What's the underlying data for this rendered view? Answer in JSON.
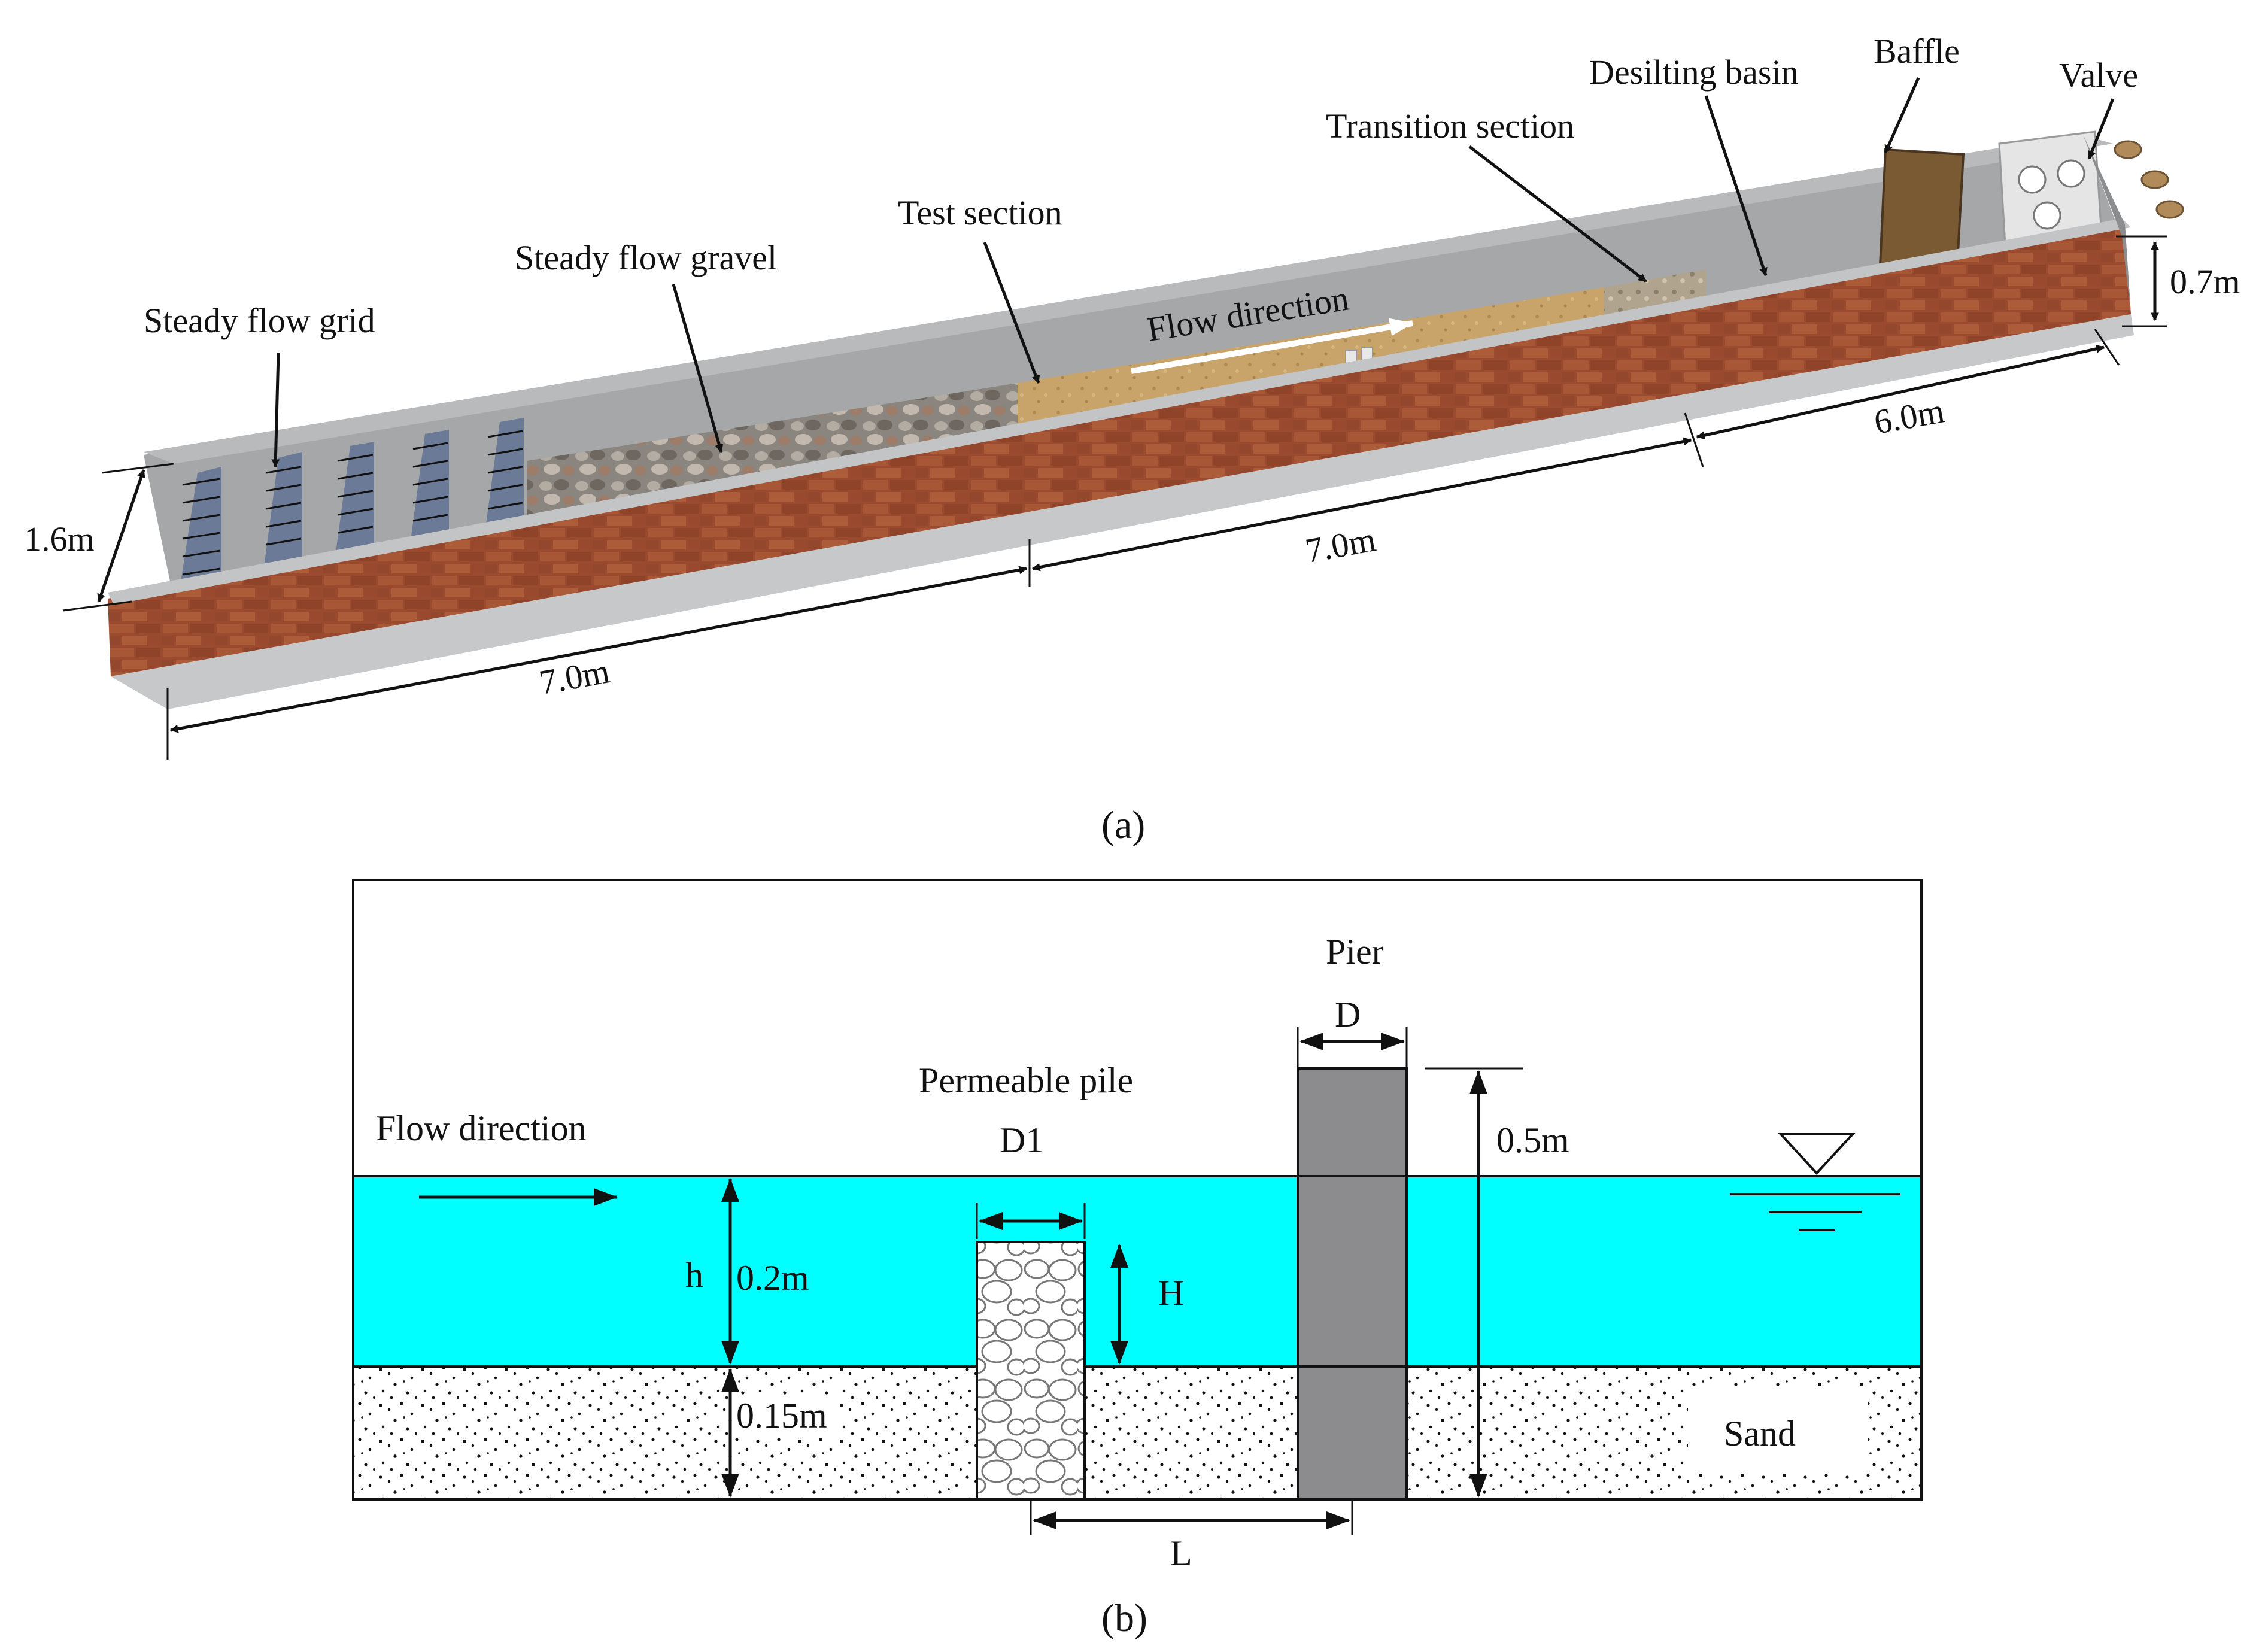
{
  "panel_a": {
    "caption": "(a)",
    "labels": {
      "steady_flow_grid": "Steady flow grid",
      "steady_flow_gravel": "Steady flow gravel",
      "test_section": "Test section",
      "flow_direction": "Flow direction",
      "transition_section": "Transition section",
      "desilting_basin": "Desilting basin",
      "baffle": "Baffle",
      "valve": "Valve"
    },
    "dimensions": {
      "width": "1.6m",
      "length_1": "7.0m",
      "length_2": "7.0m",
      "length_3": "6.0m",
      "height": "0.7m"
    },
    "colors": {
      "brick": "#9a4b2f",
      "concrete": "#a9aaab",
      "sand": "#c8a46a",
      "gravel": "#8e8a84",
      "baffle": "#7a5a33",
      "valve": "#b08a58"
    }
  },
  "panel_b": {
    "caption": "(b)",
    "labels": {
      "pier": "Pier",
      "pier_width": "D",
      "permeable_pile": "Permeable pile",
      "pile_width": "D1",
      "flow_direction": "Flow direction",
      "pier_height": "0.5m",
      "water_depth_symbol": "h",
      "water_depth": "0.2m",
      "pile_height": "H",
      "sand_depth": "0.15m",
      "sand": "Sand",
      "spacing": "L"
    },
    "colors": {
      "water": "#00ffff",
      "pier": "#8c8c8e",
      "sand_bg": "#ffffff",
      "frame": "#111111"
    }
  }
}
